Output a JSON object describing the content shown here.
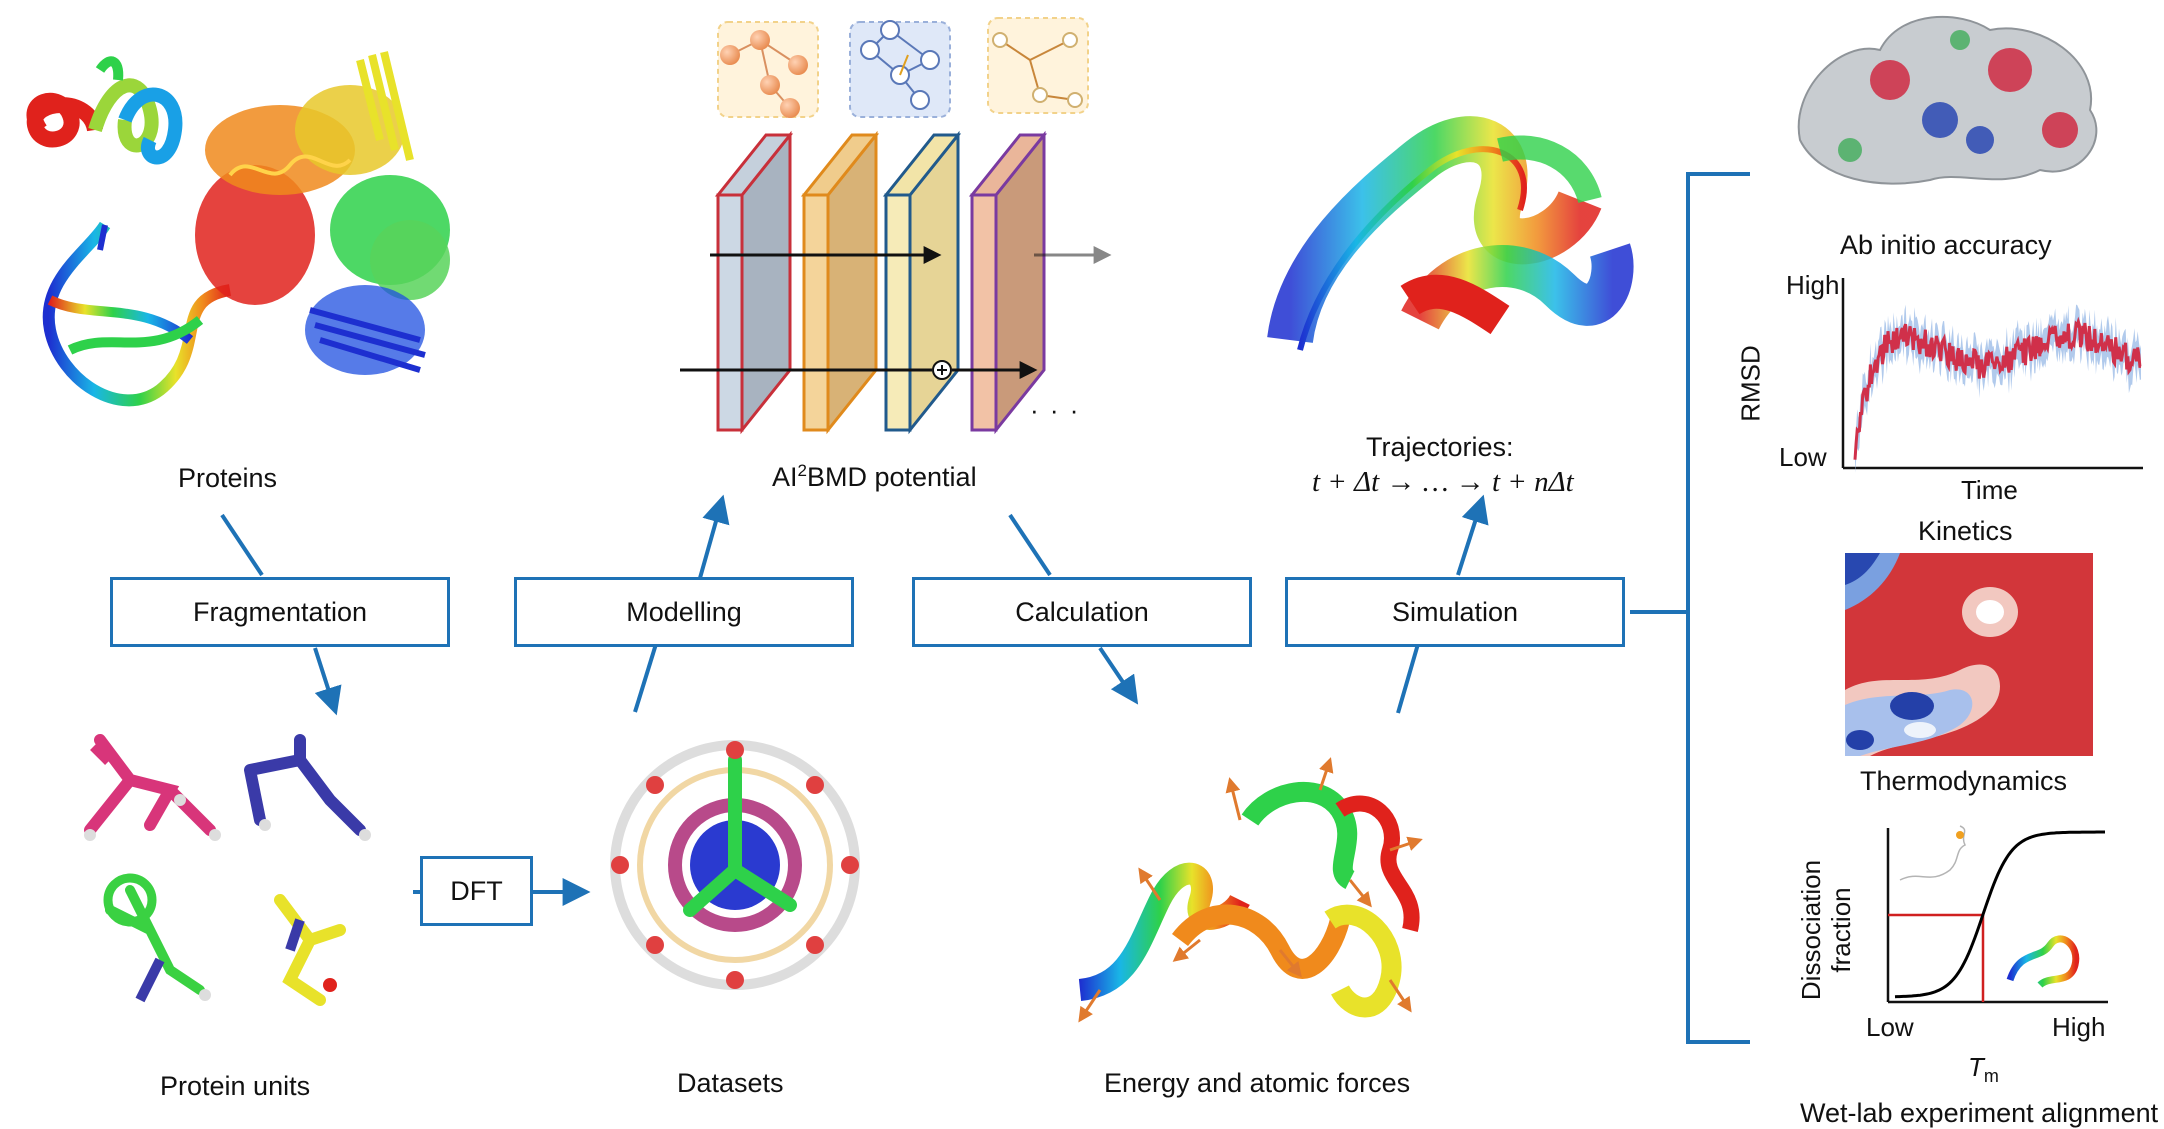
{
  "colors": {
    "accent": "#1e72b6",
    "plot_red": "#d0304a",
    "plot_blue": "#a9c4ea",
    "curve_black": "#000000"
  },
  "labels": {
    "proteins": "Proteins",
    "ai2bmd_prefix": "AI",
    "ai2bmd_sup": "2",
    "ai2bmd_suffix": "BMD potential",
    "trajectories_line1": "Trajectories:",
    "trajectories_line2": "t + Δt → … → t + nΔt",
    "protein_units": "Protein units",
    "datasets": "Datasets",
    "energy_forces": "Energy and atomic forces",
    "dots": "· · ·"
  },
  "steps": {
    "fragmentation": "Fragmentation",
    "modelling": "Modelling",
    "calculation": "Calculation",
    "simulation": "Simulation",
    "dft": "DFT"
  },
  "outcomes": {
    "ab_initio": "Ab initio accuracy",
    "kinetics": "Kinetics",
    "thermodynamics": "Thermodynamics",
    "wetlab": "Wet-lab experiment alignment"
  },
  "rmsd_plot": {
    "ylabel": "RMSD",
    "xlabel": "Time",
    "y_high": "High",
    "y_low": "Low"
  },
  "tm_plot": {
    "ylabel_line1": "Dissociation",
    "ylabel_line2": "fraction",
    "x_low": "Low",
    "x_high": "High",
    "xlabel_main": "T",
    "xlabel_sub": "m"
  }
}
